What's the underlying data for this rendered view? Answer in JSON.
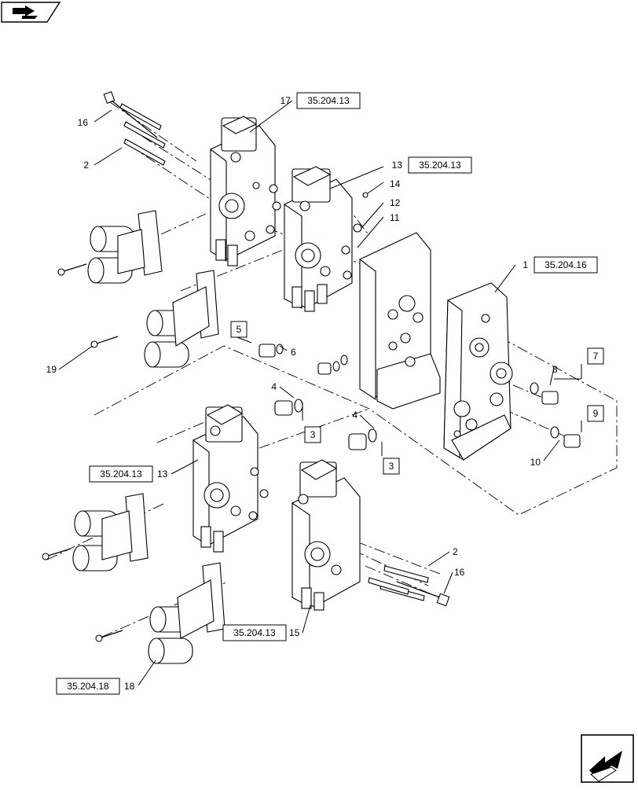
{
  "refs": {
    "r17": "35.204.13",
    "r13a": "35.204.13",
    "r1": "35.204.16",
    "r13b": "35.204.13",
    "r15": "35.204.13",
    "r18": "35.204.18"
  },
  "callouts": {
    "c1": "1",
    "c2a": "2",
    "c2b": "2",
    "c3a": "3",
    "c3b": "3",
    "c4a": "4",
    "c4b": "4",
    "c5": "5",
    "c6": "6",
    "c7": "7",
    "c8": "8",
    "c9": "9",
    "c10": "10",
    "c11": "11",
    "c12": "12",
    "c13a": "13",
    "c13b": "13",
    "c14": "14",
    "c15": "15",
    "c16a": "16",
    "c16b": "16",
    "c17": "17",
    "c18": "18",
    "c19": "19"
  },
  "icons": {
    "top_left": "book-arrow-icon",
    "bottom_right": "next-page-arrow-icon"
  }
}
